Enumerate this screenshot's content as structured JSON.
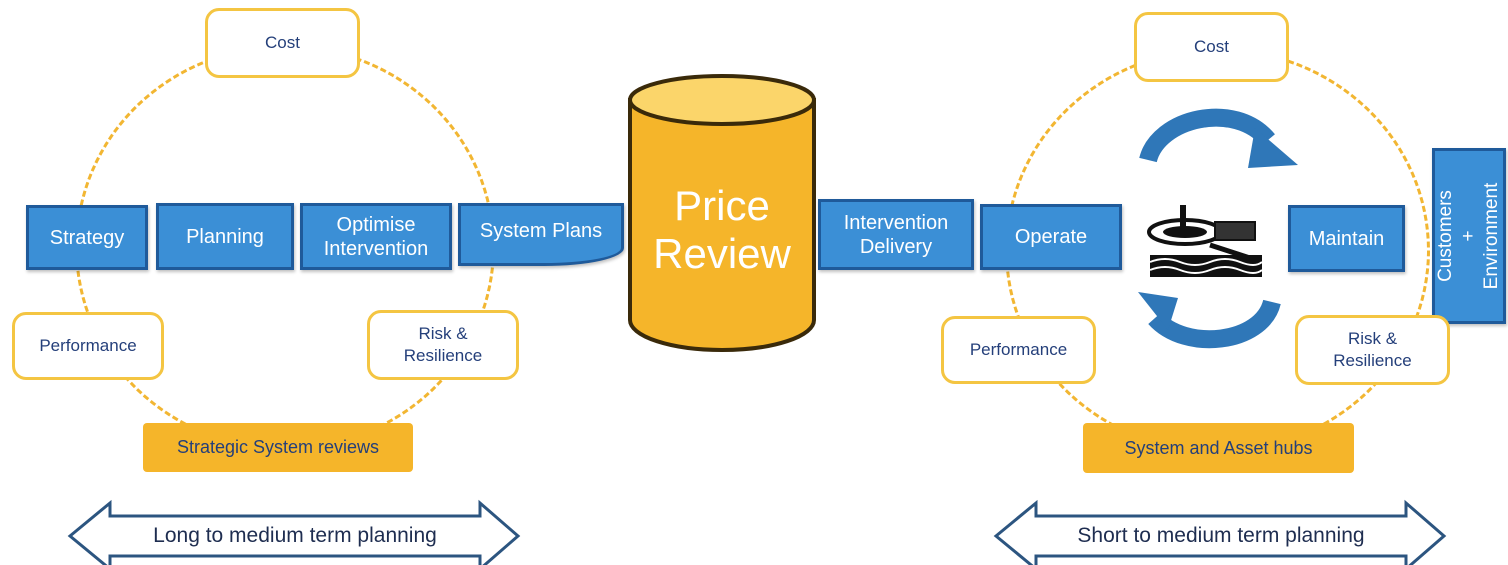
{
  "left": {
    "cost": "Cost",
    "performance": "Performance",
    "risk": "Risk &\nResilience",
    "process": [
      "Strategy",
      "Planning",
      "Optimise\nIntervention",
      "System Plans"
    ],
    "review_label": "Strategic System reviews",
    "arrow_label": "Long to medium term planning"
  },
  "center": {
    "cylinder_label": "Price\nReview"
  },
  "right": {
    "cost": "Cost",
    "performance": "Performance",
    "risk": "Risk &\nResilience",
    "intervention": "Intervention\nDelivery",
    "operate": "Operate",
    "maintain": "Maintain",
    "customers": "Customers +\nEnvironment",
    "hubs_label": "System and Asset hubs",
    "arrow_label": "Short to medium term planning"
  },
  "colors": {
    "blue_fill": "#3b8fd6",
    "blue_border": "#1f5a9a",
    "orange": "#f5b52a",
    "dashed_ring": "#f2b632",
    "arrow_outline": "#2c5580"
  },
  "icons": [
    "cycle-arrow-icon",
    "asset-illustration-icon"
  ]
}
